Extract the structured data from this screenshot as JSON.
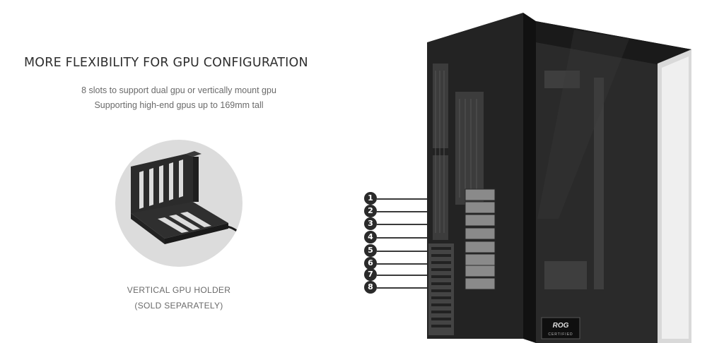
{
  "section": {
    "title": "MORE FLEXIBILITY FOR GPU CONFIGURATION",
    "subtitle_lines": [
      "8 slots to support dual gpu or vertically mount gpu",
      "Supporting high-end gpus up to 169mm tall"
    ]
  },
  "holder": {
    "caption_lines": [
      "VERTICAL GPU HOLDER",
      "(SOLD SEPARATELY)"
    ]
  },
  "slot_callouts": [
    "1",
    "2",
    "3",
    "4",
    "5",
    "6",
    "7",
    "8"
  ],
  "case_badge": {
    "logo": "ROG",
    "label": "CERTIFIED"
  },
  "colors": {
    "title": "#2e2e2e",
    "body_text": "#6a6a6a",
    "circle_bg": "#dcdcdc",
    "case_black": "#1c1c1c"
  }
}
